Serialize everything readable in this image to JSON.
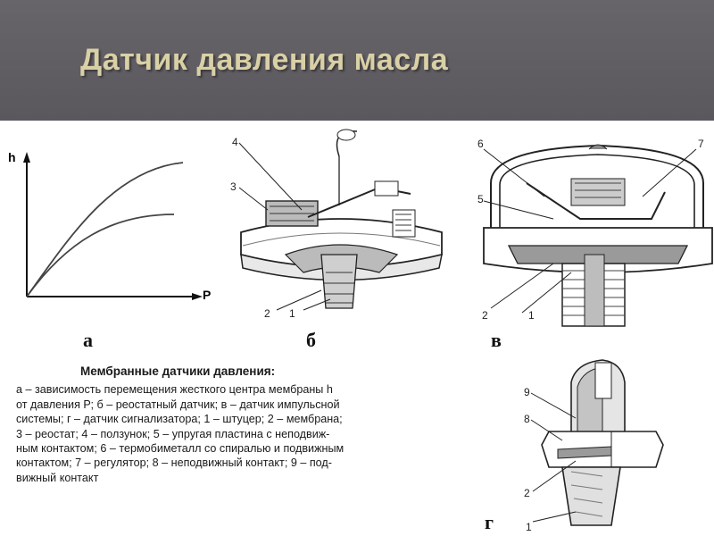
{
  "header": {
    "title": "Датчик давления масла",
    "background": "#5f5d62",
    "title_color": "#d9d0a6"
  },
  "figures": {
    "a": {
      "label": "а",
      "y_axis": "h",
      "x_axis": "P"
    },
    "b": {
      "label": "б",
      "callouts": [
        "4",
        "3",
        "2",
        "1"
      ]
    },
    "v": {
      "label": "в",
      "callouts": [
        "6",
        "7",
        "5",
        "2",
        "1"
      ]
    },
    "g": {
      "label": "г",
      "callouts": [
        "9",
        "8",
        "2",
        "1"
      ]
    }
  },
  "caption": {
    "heading": "Мембранные датчики давления:",
    "lines": [
      "а – зависимость перемещения жесткого центра мембраны h",
      "от давления Р; б – реостатный датчик; в – датчик импульсной",
      "системы; г – датчик сигнализатора; 1 – штуцер; 2 – мембрана;",
      "3 – реостат; 4 – ползунок; 5 – упругая пластина с неподвиж-",
      "ным контактом; 6 – термобиметалл со спиралью и подвижным",
      "контактом; 7 – регулятор; 8 – неподвижный контакт; 9 – под-",
      "вижный контакт"
    ]
  }
}
